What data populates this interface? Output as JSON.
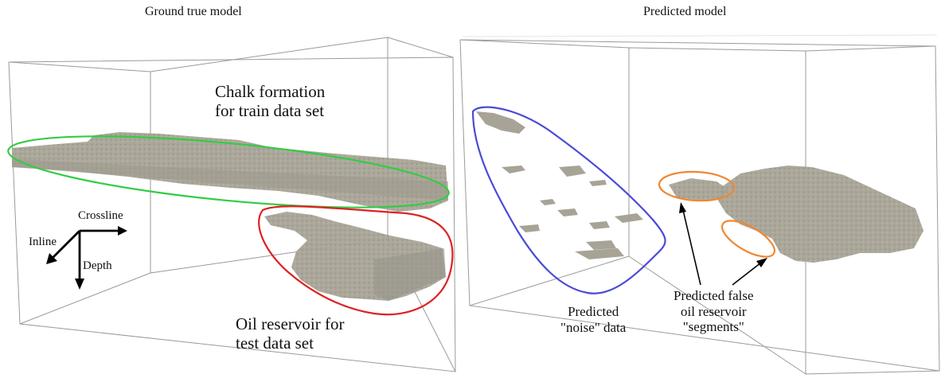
{
  "panels": {
    "left": {
      "title": "Ground true model",
      "chalk_label": [
        "Chalk formation",
        "for train data set"
      ],
      "oil_label": [
        "Oil reservoir for",
        "test data set"
      ],
      "axes": {
        "crossline": "Crossline",
        "inline": "Inline",
        "depth": "Depth"
      }
    },
    "right": {
      "title": "Predicted model",
      "noise_label": [
        "Predicted",
        "\"noise\" data"
      ],
      "false_label": [
        "Predicted false",
        "oil reservoir",
        "\"segments\""
      ]
    }
  },
  "colors": {
    "chalk_ellipse": "#33cc44",
    "oil_ellipse": "#dd2222",
    "noise_ellipse": "#4a4ad8",
    "false_ellipse": "#ee8833",
    "rock_fill": "#a7a396",
    "box_edge": "#9a9a9a"
  }
}
